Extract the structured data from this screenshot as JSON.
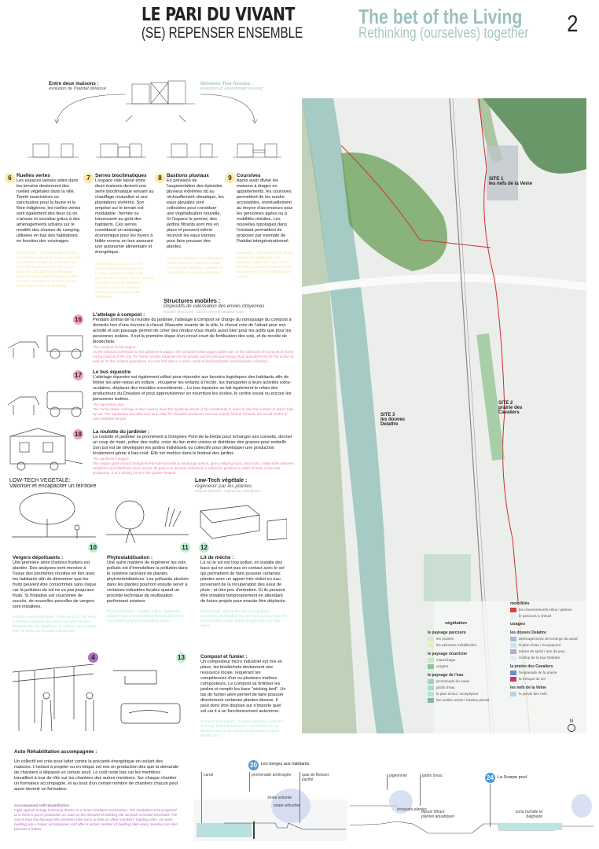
{
  "header": {
    "title_fr": "LE PARI DU VIVANT",
    "subtitle_fr": "(SE) REPENSER ENSEMBLE",
    "title_en": "The bet of the Living",
    "subtitle_en": "Rethinking (ourselves) together",
    "page_number": "2"
  },
  "intro": {
    "title_fr": "Entre deux maisons :",
    "subtitle_fr": "évolution de l'habitat délaissé",
    "title_en": "Between Two houses :",
    "subtitle_en": "evolution of abandoned housing"
  },
  "columns": [
    {
      "num": "6",
      "title": "Ruelles vertes",
      "text": "Les espaces laissés vides dans les terrains deviennent des ruelles végétales dans la ville. Tantôt nourricières ou sanctuaires pour la faune et la flore indigènes, les ruelles vertes sont également des lieux où on s'amuse et socialise grâce à des aménagements urbains sur le modèle des chaises de camping utilisées en bas des habitations en fonction des voisinages.",
      "en": "Green lanes : The empty spaces left in the plots become green lanes in the city. Sometimes nourishing or sanctuaries for native fauna and flora, the green lanes are also places where people have fun and socialize thanks to urban furniture modeled on camping chairs used at the bottom of dwellings."
    },
    {
      "num": "7",
      "title": "Serres bioclimatiques",
      "text": "L'espace vide laissé entre deux maisons devient une serre bioclimatique servant au chauffage mutualisé et aux plantations vivrières. Son emprise sur le terrain est modulable : fermée ou traversante au goût des habitants. Ces serres constituent un avantage économique pour les foyers à faible revenu en leur assurant une autonomie alimentaire et énergétique.",
      "en": "Bioclimatic greenhouses : The empty space left between two houses becomes a bioclimatic greenhouse used for shared heating and food crops. Its footprint is modular: closed or crossing according to the taste of the inhabitants."
    },
    {
      "num": "8",
      "title": "Bastions pluviaux",
      "text": "En prévision de l'augmentation des épisodes pluvieux extrêmes dû au réchauffement climatique, les eaux pluviales sont collectées pour constituer une végétalisation nouvelle. Si l'espace le permet, des jardins filtrants sont mis en place et peuvent même recevoir les eaux vannes pour faire pousser des plantes.",
      "en": "Rainwater bastions : In anticipation of the increase in extreme rainfall due to global warming, rainwater is collected to create new vegetation."
    },
    {
      "num": "9",
      "title": "Coursives",
      "text": "Après avoir divisé les maisons à étages en appartements, les coursives permettent de les rendre accessibles, éventuellement au moyen d'ascenseurs pour les personnes agées ou à mobilités réduites. Les nouvelles typologies dans l'existant permettent de proposer par exemple de l'habitat intergénérationnel.",
      "en": "Walkways : After dividing the storey houses into apartments, the walkways make them accessible, possibly by means of elevators for the elderly or people with reduced mobility."
    }
  ],
  "mobile": {
    "title": "Structures mobiles :",
    "subtitle": "Dispositifs de valorisation des envies citoyennes",
    "en": "Mobiles Structures : Citizen desires valuation tools",
    "items": [
      {
        "num": "16",
        "title": "L'attelage à compost :",
        "text": "Pendant animal de la roulotte du jardinier, l'attelage à compost se charge du ramassage du compost à domicile lors d'une tournée à cheval. Mascotte vivante de la ville, le cheval crée de l'attrait pour son activité et son passage permet de créer des rendez-vous rituels aussi bien pour les actifs que pour les personnes isolées. Il est la première étape d'un circuit court de fertilisation des sols, et de récolte de biodéchets.",
        "en_title": "The compost horse-wagon :",
        "en": "As the animal counterpart to the gardener's wagon, the compost horse wagon takes care of the collection of compost at home. Living mascot of the city, the horse creates attraction for its activity and its passage brings ritual appointments for the active as well as for the isolated population. It is the first step in a short circuit of soil fertilization and biowaste collection."
      },
      {
        "num": "17",
        "title": "Le bus équestre",
        "text": "L'attelage équestre est également utilisé pour répondre aux besoins logistiques des habitants afin de limiter les aller-retour en voiture ; récupérer les enfants à l'école, les transporter à leurs activités extra-scolaires, déplacer des meubles encombrants... Le bus équestre se fait également le relais des producteurs du Douaisis et pout approvisionner en nourriture les écoles, le centre social ou encore les personnes isolées.",
        "en_title": "The equestrian bus",
        "en": "The horse-drawn carriage is also used to meet the logistical needs of the inhabitants in order to limit the number of return trips by car. The equestrian bus also acts as a relay for Douaisis producers and can supply food to schools, the social center or even isolated people."
      },
      {
        "num": "18",
        "title": "La roulotte du jardinier :",
        "text": "La roulotte et jardinier se promènent à Dorignies Pont-de-la-Deûle pour échanger ses conseils, donner un coup de main, prêter des outils, créer du lien entre voisins et distribuer des graines pour embellir. Son but est de développer les jardins individuels ou collectifs pour développer une production localement gérée à bas-coût. Elle est motrice dans le festival des jardins.",
        "en_title": "The gardener's wagon :",
        "en": "The wagon goes around Dorignies Pont-de-la-Deûle to exchange advice, give a helping hand, lend tools, create links between neighbors and distribute some seeds. Its goal is to develop individual or collective gardens in order to have a low-cost production. It is a driving force in the garden festival."
      }
    ]
  },
  "lowtech_left": {
    "title": "LOW-TECH VEGETALE:",
    "subtitle": "Valoriser et encapaciter un territoire"
  },
  "lowtech_right": {
    "title": "Low-Tech végétale :",
    "subtitle": "régénérer par les plantes",
    "en": "Vegetal low-tech : regenerate with plants"
  },
  "plants": [
    {
      "num": "10",
      "title": "Vergers dépolluants :",
      "text": "Une première série d'arbres fruitiers est plantée. Des analyses sont menées à l'issue des premières récoltes en lien avec les habitants afin de démontrer que les fruits peuvent être consommés sans risque car la pollution du sol ne va pas jusqu'aux fruits. Si l'initiative est couronnée de succès, de nouvelles parcelles de vergers sont installées.",
      "en": "Pollution control orchards : A first series of fruit trees is planted. Analyses are carried out after the first harvests with the inhabitants in order to demonstrate that the fruits can be eaten without risk."
    },
    {
      "num": "11",
      "title": "Phytostabilisation :",
      "text": "Une autre manière de régénérer les sols pollués est d'immobiliser la pollution dans le système racinaire de plantes phytoremédiatrices. Les polluants stockés dans les plantes pourront ensuite servir à certaines industries locales quand un procédé technique de réutilisation performant existera",
      "en": "Phytostabilization : Another way to regenerate polluted soils is to immobilize the pollution in the root system of phytoremediation plants."
    },
    {
      "num": "12",
      "title": "Lit de mèche :",
      "text": "Là où le sol est trop pollué, on installe des bacs qui ne sont pas en contact avec le sol qui permettent de faire pousser certaines plantes avec un apport très réduit en eau - provenant de la récupération des eaux de pluie - et très peu d'entretien. Et ils peuvent être installés temporairement en attendant de futurs projets pour ensuite être déplacés.",
      "en": "Wicking bed : Where the soil is too polluted, containers are installed that are not in contact with the soil and allow certain plants to grow with very little water."
    }
  ],
  "badge4": "4",
  "badge13": "13",
  "compost": {
    "title": "Compost et fumier :",
    "text": "Un composteur micro industriel est mis en place, les biodéchets deviennent une ressource locale, requérant les compétences d'un ou plusieurs maîtres composteurs. Le compost va fertiliser les jardins et remplir les bacs \"wicking bed\". Un tas de fumier aéré permet de faire pousser directement certaines plantes dessus. Il peut donc être disposé sur n'importe quel sol car il a un fonctionnement autonome.",
    "en": "Compost and manure : A micro industrial composter is set up, biowaste becomes a local resource. An aerated manure pile allows certain plants to grow directly on it."
  },
  "auto": {
    "title": "Auto Réhabilitation accompagnée :",
    "text": "Un collectif est crée pour lutter contre la précarité énergétique en isolant des maisons. L'isolant à projeter ou en brique est mis en production dès que la demande de chantiers a dépassé un certain seuil. Le coût reste bas car les membres travaillent à tour de rôle sur les chantiers des autres membres. Sur chaque chantier un formateur accompagne, et au bout d'un certain nombre de chantiers chacun peut aussi devenir un formateur.",
    "en_title": "Accompanied self-rehabilitation :",
    "en": "Fight against energy insecurity thanks to a home insulation association. The insulation to be projected or in brick is put in production as soon as the demand of building site exceeds a certain threshold. The cost is kept low because the members take turns to help on other members' building sites. On each building site a trainer accompanies and after a certain number of building sites every member can also become a trainer."
  },
  "map": {
    "site1": "SITE 1",
    "site1_name": "les nefs de la Veine",
    "site2": "SITE 2",
    "site2_name": "prairie des Cavaliers",
    "site3": "SITE 3",
    "site3_name": "les douves Delattre",
    "north": "N"
  },
  "legend": {
    "vegetation": {
      "title": "végétation",
      "groups": [
        {
          "title": "le paysage parcouru",
          "items": [
            {
              "label": "les prairies",
              "color": "#d7ecc0"
            },
            {
              "label": "les pelouses métallicoles",
              "color": "#e6f2a8"
            }
          ]
        },
        {
          "title": "le paysage nourricier",
          "items": [
            {
              "label": "maraîchage",
              "color": "#cfe3c9"
            },
            {
              "label": "vergers",
              "color": "#8dc39b"
            }
          ]
        },
        {
          "title": "le paysage de l'eau",
          "items": [
            {
              "label": "promenade du canal",
              "color": "#9ccfd1"
            },
            {
              "label": "jardin d'eau",
              "color": "#a8dcc5"
            },
            {
              "label": "le plan d'eau / Scarpepool",
              "color": "#b9e3d2"
            },
            {
              "label": "les ruelles vertes / bastion pluvial",
              "color": "#7fb8a8"
            }
          ]
        }
      ]
    },
    "mobilites": {
      "title": "mobilités",
      "items": [
        {
          "label": "les cheminements vélos / piétons",
          "color": "#d2443c"
        },
        {
          "label": "le parcours à cheval",
          "color": "#e8eef0"
        }
      ]
    },
    "usages": {
      "title": "usages",
      "groups": [
        {
          "title": "les douves Delattre",
          "items": [
            {
              "label": "aménagements de la berge du canal",
              "color": "#9fc0dc"
            },
            {
              "label": "le plan d'eau / Scarpepool",
              "color": "#cfe6e6"
            },
            {
              "label": "terrain de sport / aire de jeux",
              "color": "#b7a6d6"
            },
            {
              "label": "rooftop de la tour Delattre",
              "color": "#e3eaf0"
            }
          ]
        },
        {
          "title": "la prairie des Cavaliers",
          "items": [
            {
              "label": "l'esplanade de la prairie",
              "color": "#6e8fc6"
            },
            {
              "label": "la fresque du sol",
              "color": "#c43b6a"
            }
          ]
        },
        {
          "title": "les nefs de la Veine",
          "items": [
            {
              "label": "le parvis des nefs",
              "color": "#b8d3e8"
            }
          ]
        }
      ]
    }
  },
  "sections": {
    "s20_num": "20",
    "s20_title": "Les berges aux habitants",
    "s20_labels": [
      "canal",
      "promenade aménagée",
      "quai de Beisset pacifié",
      "strate arborée",
      "strate arbustive"
    ],
    "s24_num": "24",
    "s24_title": "La Scarpe pool",
    "s24_labels": [
      "pigeonnier",
      "jardin d'eau",
      "bosquets plantés",
      "bassin filtrant plantes aquatiques",
      "zone humide et baignade"
    ]
  }
}
